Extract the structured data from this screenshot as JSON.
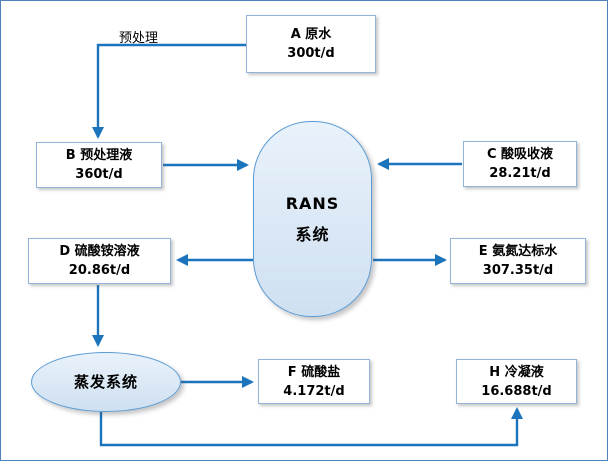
{
  "diagram": {
    "title": "RANS system water-treatment flow diagram",
    "edge_labels": {
      "pretreatment": "预处理"
    },
    "nodes": {
      "a": {
        "title": "A 原水",
        "value": "300t/d"
      },
      "b": {
        "title": "B 预处理液",
        "value": "360t/d"
      },
      "c": {
        "title": "C 酸吸收液",
        "value": "28.21t/d"
      },
      "d": {
        "title": "D 硫酸铵溶液",
        "value": "20.86t/d"
      },
      "e": {
        "title": "E 氨氮达标水",
        "value": "307.35t/d"
      },
      "f": {
        "title": "F 硫酸盐",
        "value": "4.172t/d"
      },
      "h": {
        "title": "H 冷凝液",
        "value": "16.688t/d"
      },
      "rans": {
        "title": "RANS",
        "subtitle": "系统"
      },
      "evaporation": {
        "title": "蒸发系统"
      }
    },
    "colors": {
      "arrow": "#1c75bc",
      "box_border": "#95b3d7",
      "shape_border": "#5b9bd5",
      "shape_fill_light": "#e9f2fb",
      "shape_fill_dark": "#cfe0f1",
      "canvas_border": "#4f81bd",
      "text": "#000000"
    }
  }
}
